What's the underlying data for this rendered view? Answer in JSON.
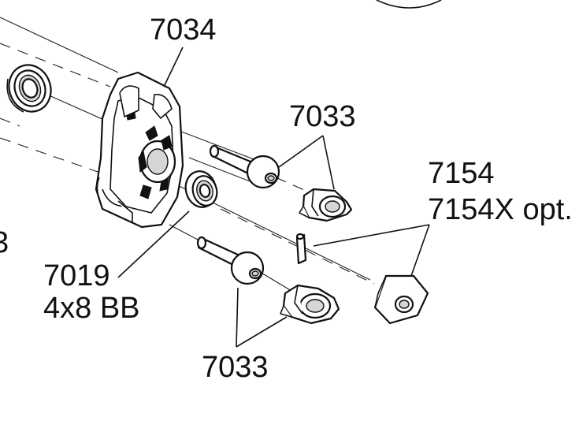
{
  "labels": {
    "carrier": "7034",
    "ball_upper": "7033",
    "nut_line1": "7154",
    "nut_line2": "7154X opt.",
    "bearing_line1": "7019",
    "bearing_line2": "4x8 BB",
    "ball_lower": "7033",
    "edge_fragment": "3"
  }
}
